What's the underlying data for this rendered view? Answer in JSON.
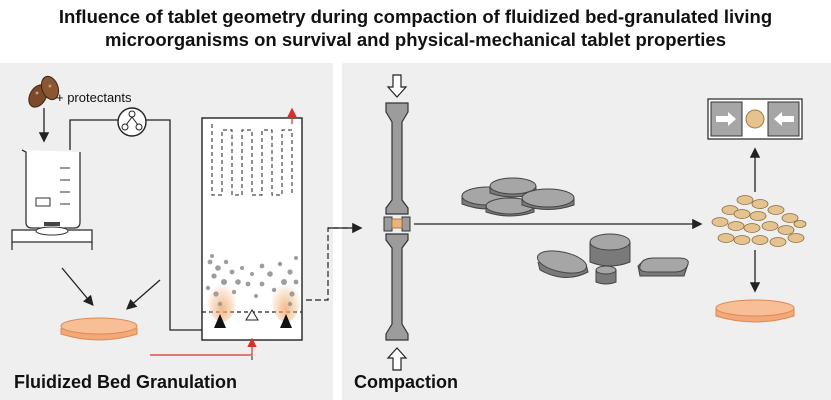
{
  "title": {
    "line1": "Influence of tablet geometry during compaction of fluidized bed-granulated living",
    "line2": "microorganisms on survival and physical-mechanical tablet properties"
  },
  "left_panel": {
    "label": "Fluidized Bed Granulation",
    "protectants_label": "+ protectants"
  },
  "right_panel": {
    "label": "Compaction"
  },
  "colors": {
    "panel_bg": "#efefef",
    "tablet_gray": "#8c8c8c",
    "tablet_tan": "#e5c38f",
    "agar_orange": "#f5a877",
    "air_red": "#d6302b"
  }
}
